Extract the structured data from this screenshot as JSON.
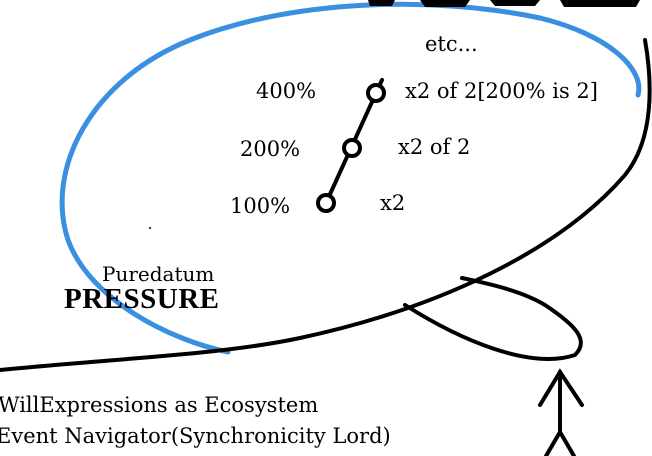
{
  "diagram": {
    "etc_label": "etc...",
    "levels": [
      {
        "percent": "100%",
        "note": "x2"
      },
      {
        "percent": "200%",
        "note": "x2 of 2"
      },
      {
        "percent": "400%",
        "note": "x2 of 2[200% is 2]"
      }
    ],
    "sub_label": "Puredatum",
    "main_label": "PRESSURE",
    "footer_line1": "WillExpressions as Ecosystem",
    "footer_line2": "Event Navigator(Synchronicity Lord)"
  },
  "colors": {
    "ellipse_stroke": "#3a8fe0",
    "ink": "#000000",
    "background": "#ffffff"
  }
}
